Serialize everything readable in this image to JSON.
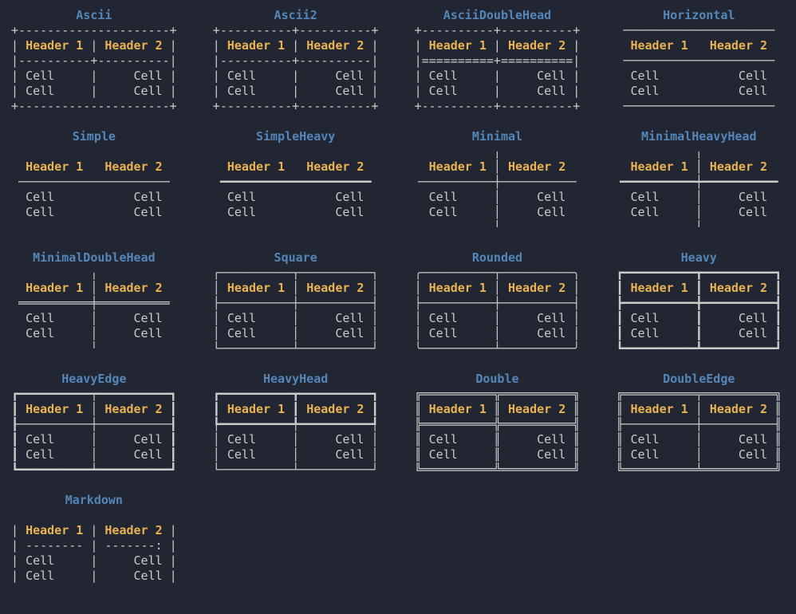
{
  "terminal": {
    "description": "Rich table box styles demo output",
    "colors": {
      "background": "#222633",
      "title": "#5486b8",
      "header": "#e9b352",
      "cell": "#c9ccc7",
      "border": "#c9ccc7"
    },
    "header_labels": [
      "Header 1",
      "Header 2"
    ],
    "cell_label": "Cell",
    "tables": [
      {
        "title": "Ascii",
        "lines": [
          "+---------------------+",
          "| Header 1 | Header 2 |",
          "|----------+----------|",
          "| Cell     |     Cell |",
          "| Cell     |     Cell |",
          "+---------------------+"
        ]
      },
      {
        "title": "Ascii2",
        "lines": [
          "+----------+----------+",
          "| Header 1 | Header 2 |",
          "|----------+----------|",
          "| Cell     |     Cell |",
          "| Cell     |     Cell |",
          "+----------+----------+"
        ]
      },
      {
        "title": "AsciiDoubleHead",
        "lines": [
          "+----------+----------+",
          "| Header 1 | Header 2 |",
          "|==========+==========|",
          "| Cell     |     Cell |",
          "| Cell     |     Cell |",
          "+----------+----------+"
        ]
      },
      {
        "title": "Horizontal",
        "lines": [
          " ───────────────────── ",
          "  Header 1   Header 2  ",
          " ───────────────────── ",
          "  Cell           Cell  ",
          "  Cell           Cell  ",
          " ───────────────────── "
        ]
      },
      {
        "title": "Simple",
        "lines": [
          "",
          "  Header 1   Header 2  ",
          " ───────────────────── ",
          "  Cell           Cell  ",
          "  Cell           Cell  ",
          ""
        ]
      },
      {
        "title": "SimpleHeavy",
        "lines": [
          "",
          "  Header 1   Header 2  ",
          " ━━━━━━━━━━━━━━━━━━━━━ ",
          "  Cell           Cell  ",
          "  Cell           Cell  ",
          ""
        ]
      },
      {
        "title": "Minimal",
        "lines": [
          "           ╷           ",
          "  Header 1 │ Header 2  ",
          "╶──────────┼──────────╴",
          "  Cell     │     Cell  ",
          "  Cell     │     Cell  ",
          "           ╵           "
        ]
      },
      {
        "title": "MinimalHeavyHead",
        "lines": [
          "           ╷           ",
          "  Header 1 │ Header 2  ",
          "╺━━━━━━━━━━┿━━━━━━━━━━╸",
          "  Cell     │     Cell  ",
          "  Cell     │     Cell  ",
          "           ╵           "
        ]
      },
      {
        "title": "MinimalDoubleHead",
        "lines": [
          "           ╷           ",
          "  Header 1 │ Header 2  ",
          " ══════════╪══════════ ",
          "  Cell     │     Cell  ",
          "  Cell     │     Cell  ",
          "           ╵           "
        ]
      },
      {
        "title": "Square",
        "lines": [
          "┌──────────┬──────────┐",
          "│ Header 1 │ Header 2 │",
          "├──────────┼──────────┤",
          "│ Cell     │     Cell │",
          "│ Cell     │     Cell │",
          "└──────────┴──────────┘"
        ]
      },
      {
        "title": "Rounded",
        "lines": [
          "╭──────────┬──────────╮",
          "│ Header 1 │ Header 2 │",
          "├──────────┼──────────┤",
          "│ Cell     │     Cell │",
          "│ Cell     │     Cell │",
          "╰──────────┴──────────╯"
        ]
      },
      {
        "title": "Heavy",
        "lines": [
          "┏━━━━━━━━━━┳━━━━━━━━━━┓",
          "┃ Header 1 ┃ Header 2 ┃",
          "┣━━━━━━━━━━╋━━━━━━━━━━┫",
          "┃ Cell     ┃     Cell ┃",
          "┃ Cell     ┃     Cell ┃",
          "┗━━━━━━━━━━┻━━━━━━━━━━┛"
        ]
      },
      {
        "title": "HeavyEdge",
        "lines": [
          "┏━━━━━━━━━━┯━━━━━━━━━━┓",
          "┃ Header 1 │ Header 2 ┃",
          "┠──────────┼──────────┨",
          "┃ Cell     │     Cell ┃",
          "┃ Cell     │     Cell ┃",
          "┗━━━━━━━━━━┷━━━━━━━━━━┛"
        ]
      },
      {
        "title": "HeavyHead",
        "lines": [
          "┏━━━━━━━━━━┳━━━━━━━━━━┓",
          "┃ Header 1 ┃ Header 2 ┃",
          "┡━━━━━━━━━━╇━━━━━━━━━━┩",
          "│ Cell     │     Cell │",
          "│ Cell     │     Cell │",
          "└──────────┴──────────┘"
        ]
      },
      {
        "title": "Double",
        "lines": [
          "╔══════════╦══════════╗",
          "║ Header 1 ║ Header 2 ║",
          "╠══════════╬══════════╣",
          "║ Cell     ║     Cell ║",
          "║ Cell     ║     Cell ║",
          "╚══════════╩══════════╝"
        ]
      },
      {
        "title": "DoubleEdge",
        "lines": [
          "╔══════════╤══════════╗",
          "║ Header 1 │ Header 2 ║",
          "╟──────────┼──────────╢",
          "║ Cell     │     Cell ║",
          "║ Cell     │     Cell ║",
          "╚══════════╧══════════╝"
        ]
      },
      {
        "title": "Markdown",
        "lines": [
          "",
          "| Header 1 | Header 2 |",
          "| -------- | -------: |",
          "| Cell     |     Cell |",
          "| Cell     |     Cell |",
          ""
        ]
      }
    ]
  }
}
